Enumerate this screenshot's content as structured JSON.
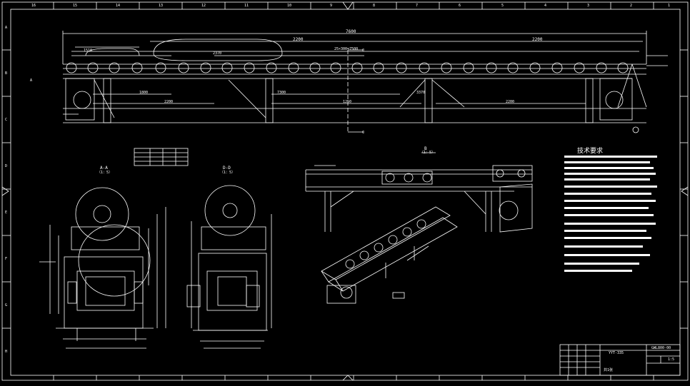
{
  "border": {
    "top_numbers": [
      "16",
      "15",
      "14",
      "13",
      "12",
      "11",
      "10",
      "9",
      "8",
      "7",
      "6",
      "5",
      "4",
      "3",
      "2",
      "1"
    ],
    "side_letters": [
      "A",
      "B",
      "C",
      "D",
      "E",
      "F",
      "G",
      "H"
    ]
  },
  "top_view": {
    "dims": {
      "overall": "7600",
      "left_span": "2200",
      "right_span": "2200",
      "pitch_note": "25×300=7500",
      "left_small": "1510",
      "lower_a": "1800",
      "lower_b": "2200",
      "lower_c": "1250",
      "lower_d": "7300",
      "lower_e": "3370",
      "lower_f": "2200",
      "lower_g": "2370",
      "sec_c": "C",
      "left_tag": "A"
    }
  },
  "section_a": {
    "title": "A-A",
    "scale": "（1：5）"
  },
  "section_d": {
    "title": "D-D",
    "scale": "（1：5）"
  },
  "section_b": {
    "title": "B",
    "scale": "（1：5）"
  },
  "tech_req": {
    "title": "技术要求"
  },
  "parts_table": {
    "rows": 4,
    "cols": 4
  },
  "title_block": {
    "drawing_no": "YYT-335",
    "code": "GWL800-00",
    "scale": "1:5",
    "sheet": "共1张"
  },
  "colors": {
    "background": "#000000",
    "lines": "#ffffff",
    "accent": "#77eeee"
  }
}
